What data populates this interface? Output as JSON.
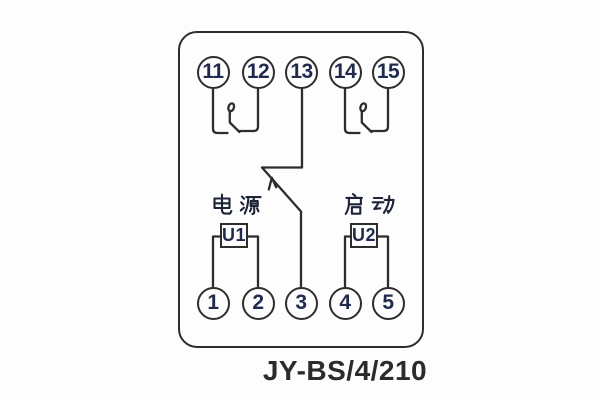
{
  "title": "JY-BS/4/210",
  "terminals": {
    "top": [
      "11",
      "12",
      "13",
      "14",
      "15"
    ],
    "bottom": [
      "1",
      "2",
      "3",
      "4",
      "5"
    ]
  },
  "labels": {
    "power": "电源",
    "start": "启动"
  },
  "units": {
    "u1": "U1",
    "u2": "U2"
  },
  "connections": [
    {
      "from": "11",
      "to": "12",
      "via": "normally-open-contact"
    },
    {
      "from": "14",
      "to": "15",
      "via": "normally-open-contact"
    },
    {
      "from": "13",
      "to": "3",
      "via": "changeover-switch-arm"
    },
    {
      "component": "U1",
      "label": "电源",
      "between": [
        "1",
        "2"
      ]
    },
    {
      "component": "U2",
      "label": "启动",
      "between": [
        "4",
        "5"
      ]
    }
  ],
  "colors": {
    "line": "#2d2d2d",
    "digit": "#1f2a4d",
    "background": "#fdfdfd"
  }
}
